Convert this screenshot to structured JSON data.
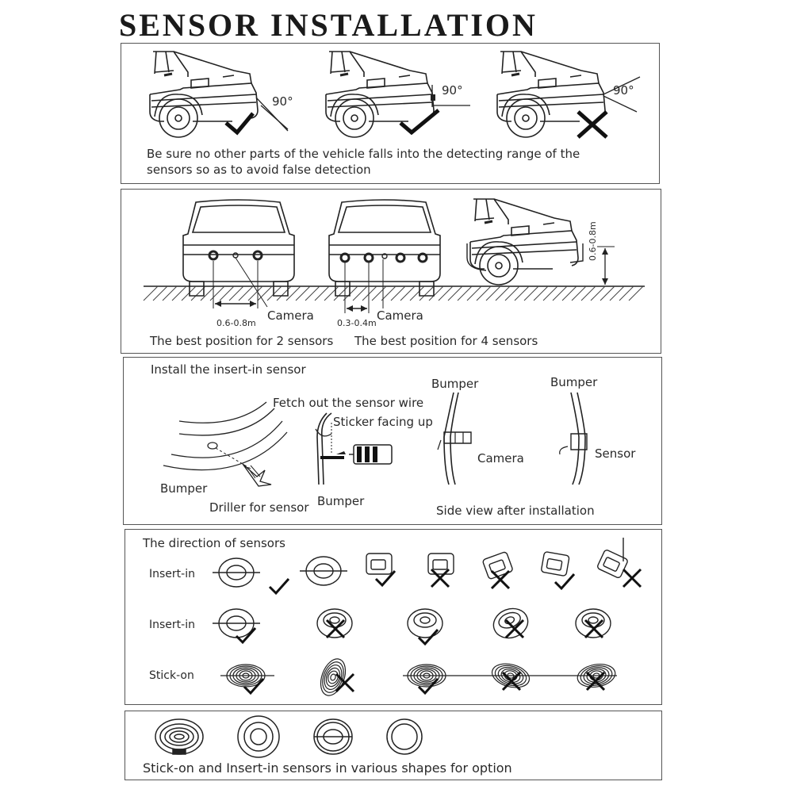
{
  "title": "SENSOR INSTALLATION",
  "panel1": {
    "angles": [
      "90°",
      "90°",
      "90°"
    ],
    "caption_line1": "Be sure no other parts of the vehicle falls into the detecting range of the",
    "caption_line2": "sensors so as to avoid false detection"
  },
  "panel2": {
    "dist_2": "0.6-0.8m",
    "camera_1": "Camera",
    "dist_4": "0.3-0.4m",
    "camera_2": "Camera",
    "height": "0.6-0.8m",
    "caption_2": "The best position for 2 sensors",
    "caption_4": "The best position for 4 sensors"
  },
  "panel3": {
    "heading": "Install the insert-in sensor",
    "fetch": "Fetch out the sensor wire",
    "sticker": "Sticker facing up",
    "bumper_left": "Bumper",
    "driller": "Driller for sensor",
    "bumper_mid": "Bumper",
    "bumper_cam": "Bumper",
    "camera": "Camera",
    "bumper_sensor": "Bumper",
    "sensor": "Sensor",
    "side_view": "Side view after installation"
  },
  "panel4": {
    "heading": "The direction of sensors",
    "row1": "Insert-in",
    "row2": "Insert-in",
    "row3": "Stick-on"
  },
  "panel5": {
    "caption": "Stick-on and Insert-in sensors in various shapes for option"
  }
}
